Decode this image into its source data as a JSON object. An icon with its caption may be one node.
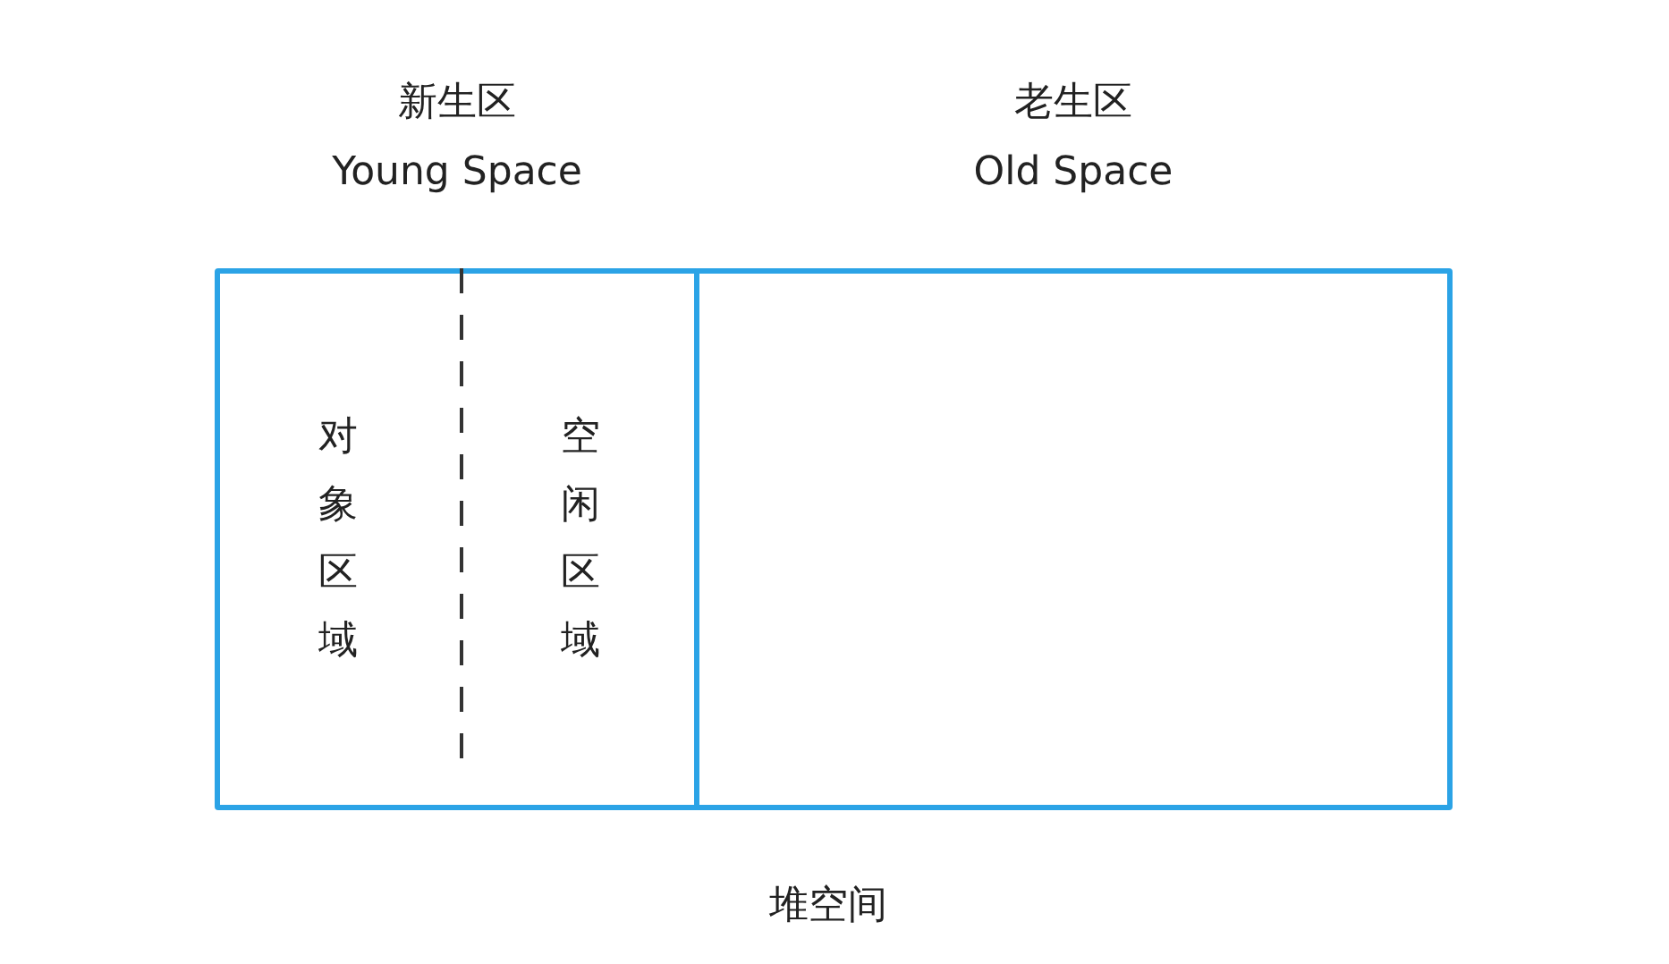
{
  "diagram": {
    "caption": "堆空间",
    "nodes": [
      {
        "text": [
          "新生区",
          "Young Space"
        ]
      },
      {
        "text": [
          "对象区域"
        ],
        "in": 0
      },
      {
        "text": [
          "空闲区域"
        ],
        "in": 0
      },
      {
        "text": [
          "老生区",
          "Old Space"
        ]
      }
    ]
  }
}
